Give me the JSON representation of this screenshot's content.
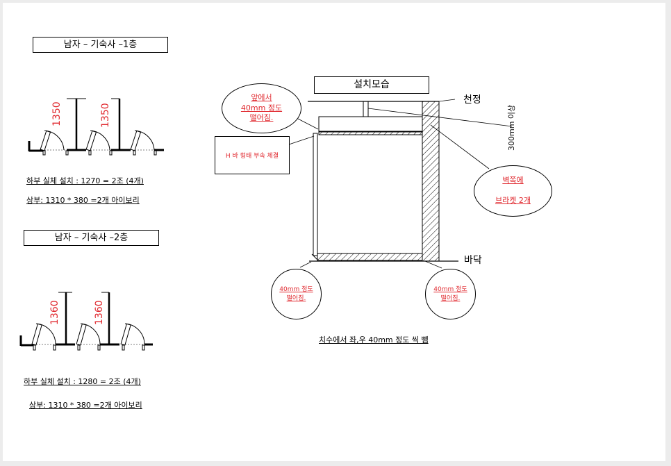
{
  "left": {
    "floor1": {
      "title": "남자 – 기숙사 –1층",
      "dim_a": "1350",
      "dim_b": "1350",
      "lower_note": "하부  실체  설치 : 1270  = 2조 (4개)",
      "upper_note": "상부: 1310 * 380 =2개 아이보리"
    },
    "floor2": {
      "title": "남자 – 기숙사 –2층",
      "dim_a": "1360",
      "dim_b": "1360",
      "lower_note": "하부  실체  설치 : 1280  = 2조 (4개)",
      "upper_note": "상부: 1310 * 380 =2개 아이보리"
    }
  },
  "detail": {
    "title": "설치모습",
    "ceiling": "천정",
    "floor": "바닥",
    "clearance": "300mm 이상",
    "front_note": [
      "앞에서",
      "40mm  정도",
      "떨어짐."
    ],
    "hbar_note": "H 바  형태  부속  체결",
    "wall_note": [
      "벽쪽에",
      "브라켓 2개"
    ],
    "bottom_left_note": [
      "40mm 정도",
      "떨어짐."
    ],
    "bottom_right_note": [
      "40mm 정도",
      "떨어짐."
    ],
    "footer": "치수에서 좌,우 40mm 정도 씩 뺌"
  },
  "colors": {
    "dimension_red": "#e0282e",
    "line": "#000000",
    "background": "#ececec"
  }
}
